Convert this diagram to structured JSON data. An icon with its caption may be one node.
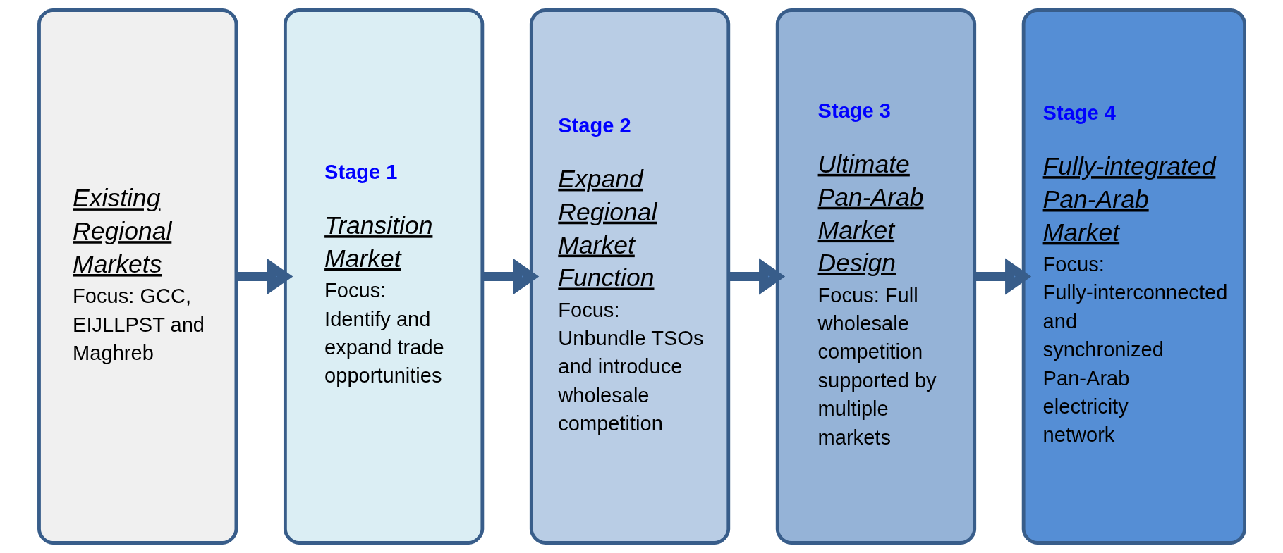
{
  "diagram": {
    "nodes": [
      {
        "text": [
          "Existing Regional Markets",
          "Focus: GCC, EIJLLPST and Maghreb"
        ]
      },
      {
        "text": [
          "Stage 1",
          "Transition Market",
          "Focus: Identify and expand trade opportunities"
        ]
      },
      {
        "text": [
          "Stage 2",
          "Expand Regional Market Function",
          "Focus: Unbundle TSOs and introduce wholesale competition"
        ]
      },
      {
        "text": [
          "Stage 3",
          "Ultimate Pan-Arab Market Design",
          "Focus: Full wholesale competition supported by multiple markets"
        ]
      },
      {
        "text": [
          "Stage 4",
          "Fully-integrated Pan-Arab Market",
          "Focus: Fully-interconnected and synchronized Pan-Arab electricity network"
        ]
      }
    ],
    "edges": [
      {
        "from": 0,
        "to": 1,
        "arrow": "to"
      },
      {
        "from": 1,
        "to": 2,
        "arrow": "to"
      },
      {
        "from": 2,
        "to": 3,
        "arrow": "to"
      },
      {
        "from": 3,
        "to": 4,
        "arrow": "to"
      }
    ]
  }
}
